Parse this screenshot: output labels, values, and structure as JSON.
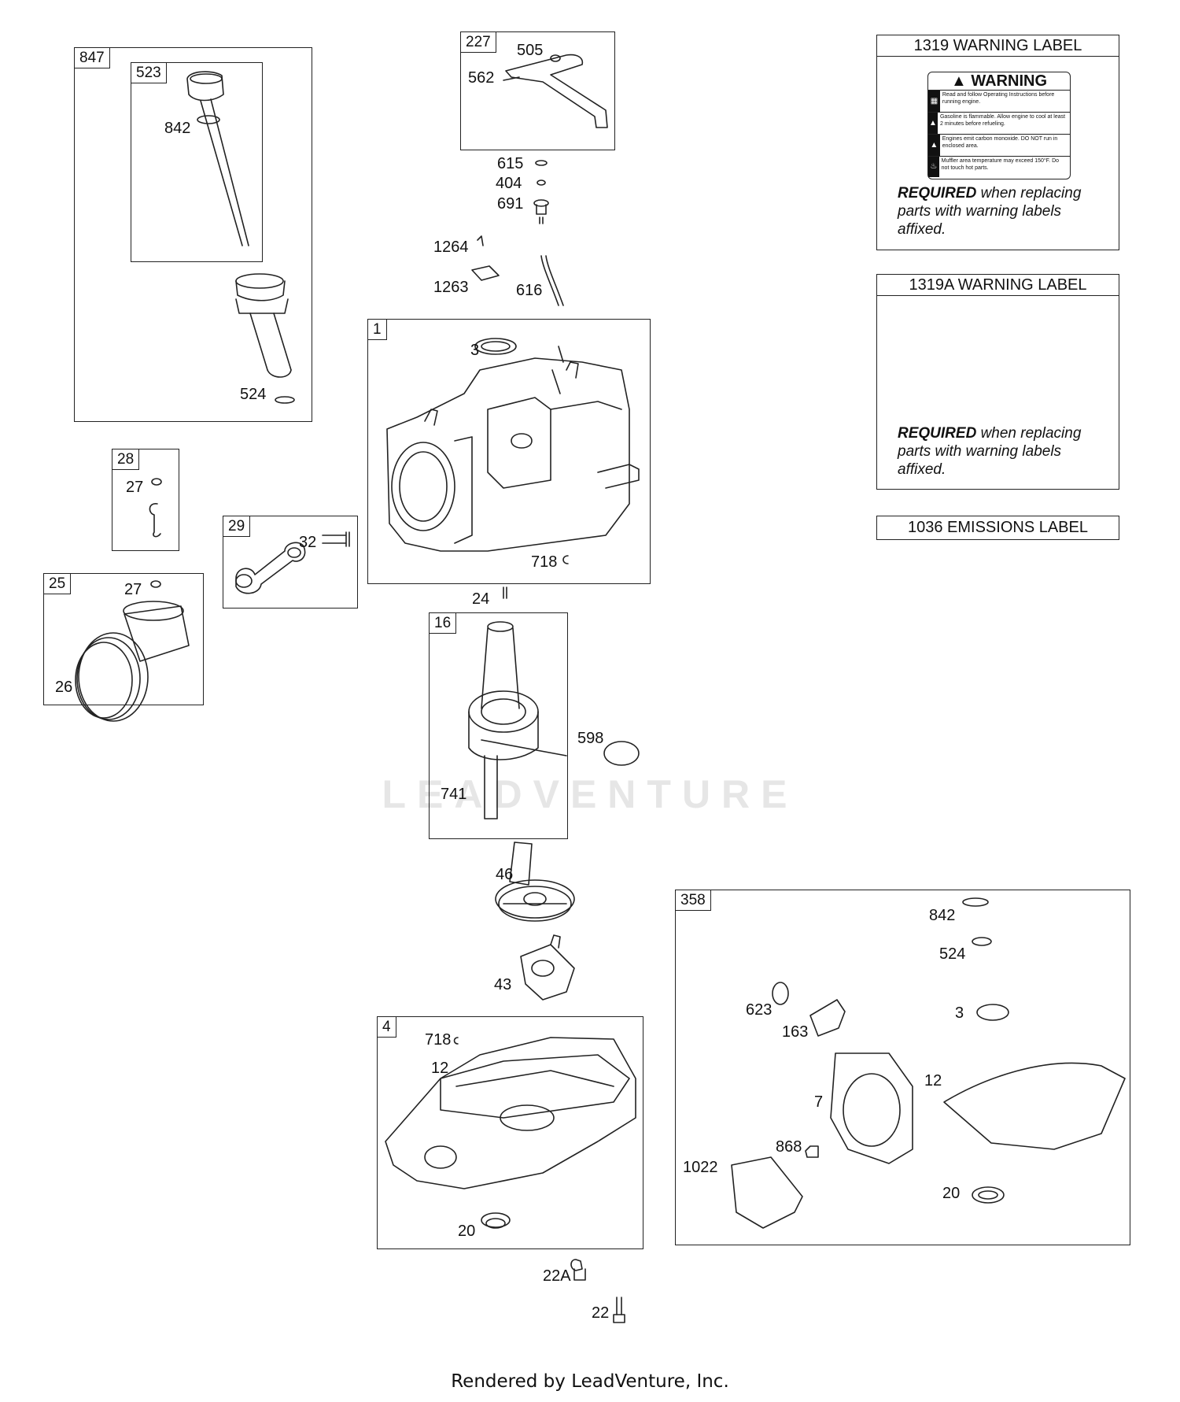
{
  "watermark": "LEADVENTURE",
  "footer": "Rendered by LeadVenture, Inc.",
  "boxes": {
    "b847": "847",
    "b523": "523",
    "b227": "227",
    "b1": "1",
    "b28": "28",
    "b29": "29",
    "b25": "25",
    "b16": "16",
    "b4": "4",
    "b358": "358"
  },
  "callouts": {
    "c842a": "842",
    "c524a": "524",
    "c505": "505",
    "c562": "562",
    "c615": "615",
    "c404": "404",
    "c691": "691",
    "c1264": "1264",
    "c1263": "1263",
    "c616": "616",
    "c3a": "3",
    "c718a": "718",
    "c27a": "27",
    "c32": "32",
    "c27b": "27",
    "c26": "26",
    "c24": "24",
    "c598": "598",
    "c741": "741",
    "c46": "46",
    "c43": "43",
    "c718b": "718",
    "c12a": "12",
    "c20a": "20",
    "c22A": "22A",
    "c22": "22",
    "c842b": "842",
    "c524b": "524",
    "c623": "623",
    "c163": "163",
    "c3b": "3",
    "c12b": "12",
    "c7": "7",
    "c868": "868",
    "c1022": "1022",
    "c20b": "20"
  },
  "warning_label_1319": {
    "title": "1319 WARNING LABEL",
    "sticker_heading": "WARNING",
    "rows": [
      "Read and follow Operating Instructions before running engine.",
      "Gasoline is flammable. Allow engine to cool at least 2 minutes before refueling.",
      "Engines emit carbon monoxide. DO NOT run in enclosed area.",
      "Muffler area temperature may exceed 150°F. Do not touch hot parts."
    ],
    "required_bold": "REQUIRED",
    "required_rest": " when replacing parts with warning labels affixed."
  },
  "warning_label_1319A": {
    "title": "1319A WARNING LABEL",
    "required_bold": "REQUIRED",
    "required_rest": " when replacing parts with warning labels affixed."
  },
  "emissions_label": {
    "title": "1036 EMISSIONS LABEL"
  }
}
